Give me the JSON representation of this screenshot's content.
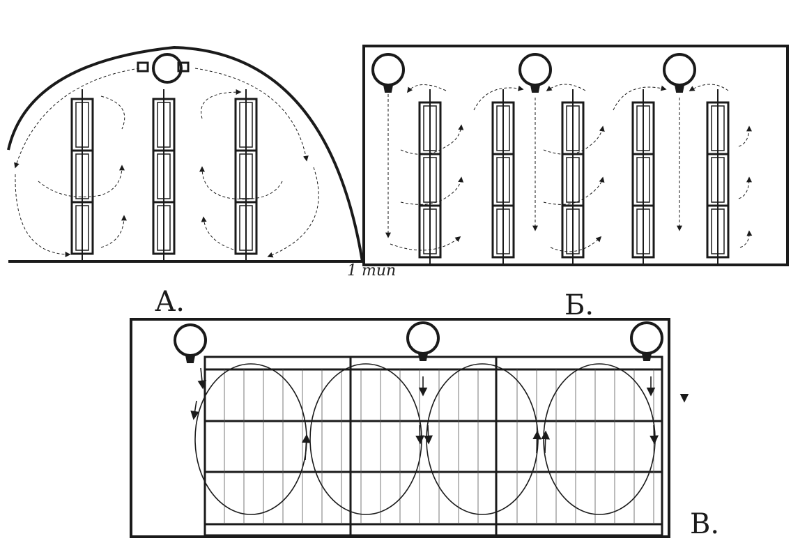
{
  "labels": {
    "panel_a": "А.",
    "panel_b": "Б.",
    "panel_c": "В.",
    "handwritten_note": "1 тип"
  },
  "colors": {
    "ink": "#1a1a1a",
    "paper": "#ffffff"
  },
  "icons": [
    "fan-icon",
    "airflow-arrow-icon"
  ]
}
